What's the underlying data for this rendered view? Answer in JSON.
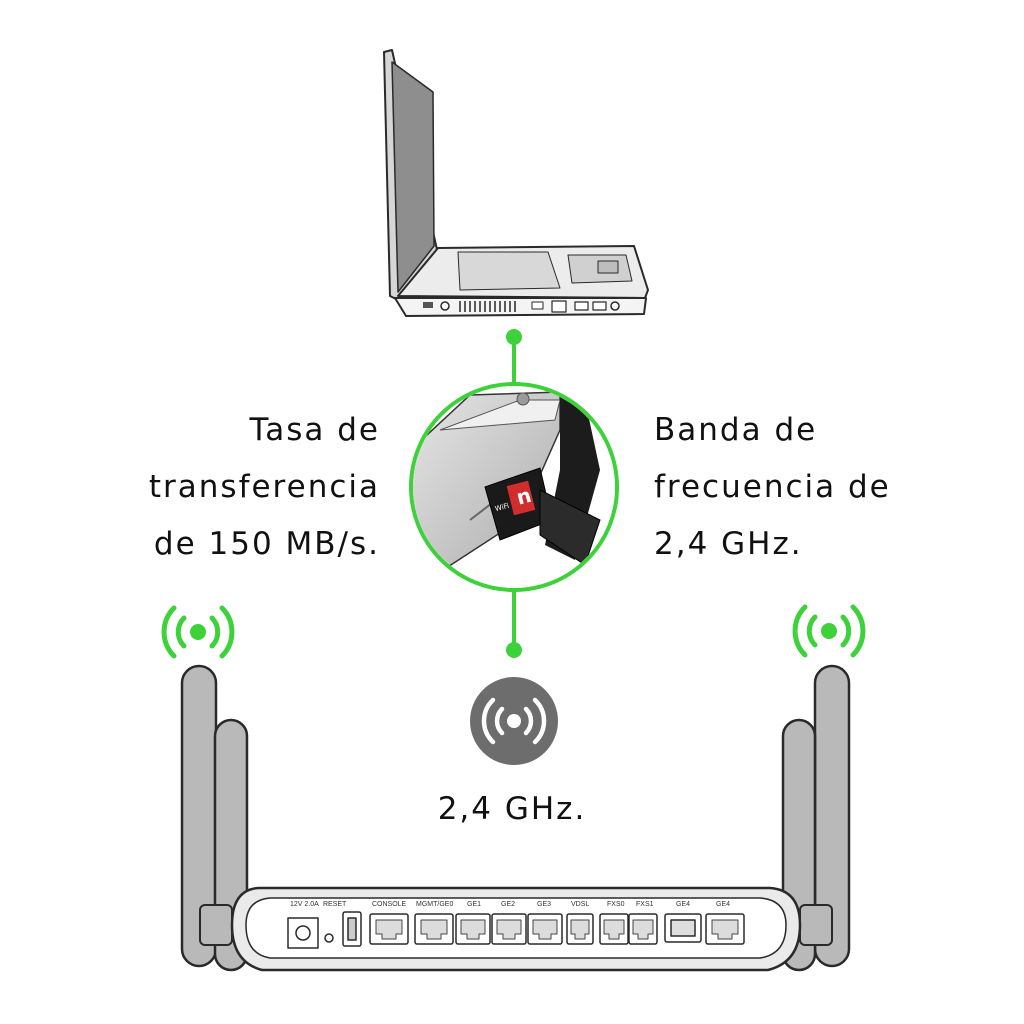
{
  "colors": {
    "accent_green": "#3dd13a",
    "antenna_gray": "#b9b9b9",
    "signal_badge_gray": "#6d6d6d",
    "outline": "#2a2a2a"
  },
  "icons": {
    "laptop": "laptop-icon",
    "usb_adapter": "usb-wifi-adapter-icon",
    "signal_left": "wireless-signal-icon",
    "signal_right": "wireless-signal-icon",
    "signal_center": "wireless-signal-badge-icon",
    "router": "router-icon"
  },
  "captions": {
    "left": [
      "Tasa de",
      "transferencia",
      "de 150 MB/s."
    ],
    "right": [
      "Banda de",
      "frecuencia de",
      "2,4 GHz."
    ],
    "center": "2,4 GHz."
  },
  "adapter": {
    "label": "WiFi",
    "badge": "n"
  },
  "router": {
    "ports": {
      "power": "12V 2.0A",
      "reset": "RESET",
      "console": "CONSOLE",
      "mgmt": "MGMT/GE0",
      "ge1": "GE1",
      "ge2": "GE2",
      "ge3": "GE3",
      "vdsl": "VDSL",
      "fxs0": "FXS0",
      "fxs1": "FXS1",
      "ge4a": "GE4",
      "ge4b": "GE4"
    }
  }
}
